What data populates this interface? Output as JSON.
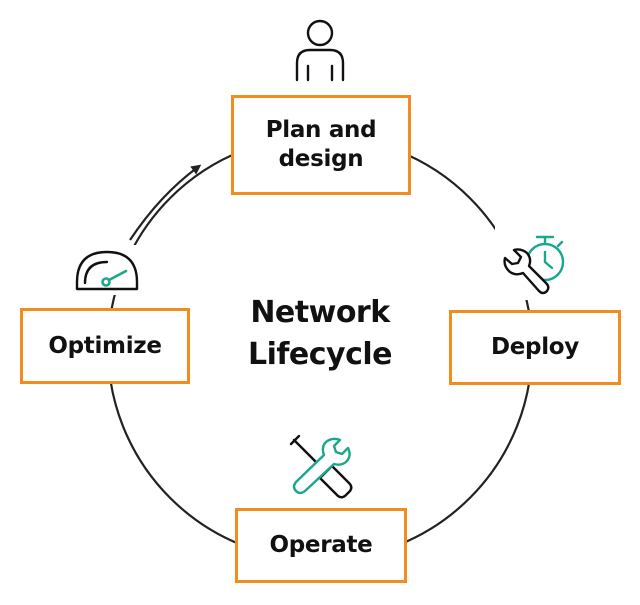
{
  "diagram": {
    "center": {
      "lines": [
        "Network",
        "Lifecycle"
      ]
    },
    "stages": [
      {
        "id": "plan",
        "lines": [
          "Plan and",
          "design"
        ],
        "icon": "person-icon"
      },
      {
        "id": "deploy",
        "lines": [
          "Deploy"
        ],
        "icon": "wrench-stopwatch-icon"
      },
      {
        "id": "operate",
        "lines": [
          "Operate"
        ],
        "icon": "wrench-screwdriver-icon"
      },
      {
        "id": "optimize",
        "lines": [
          "Optimize"
        ],
        "icon": "speedometer-icon"
      }
    ],
    "colors": {
      "accent": "#f28c1c",
      "icon_highlight": "#1aa88a",
      "line": "#222222",
      "text": "#111111"
    }
  }
}
